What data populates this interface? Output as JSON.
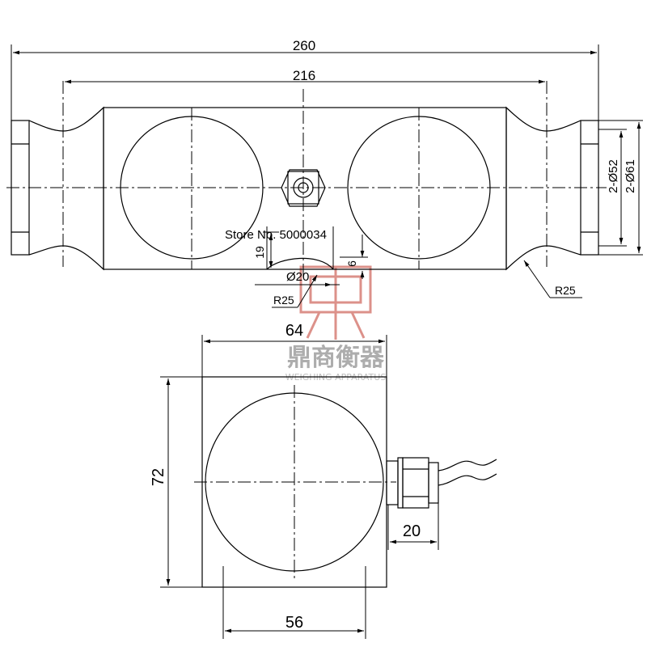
{
  "drawing": {
    "dim_overall_length": "260",
    "dim_hole_spacing": "216",
    "dim_inner_dia": "2-Ø52",
    "dim_outer_dia": "2-Ø61",
    "dim_groove_radius_side": "R25",
    "dim_slot_height": "19",
    "dim_slot_dia": "Ø20",
    "dim_slot_radius": "R25",
    "dim_slot_depth": "6",
    "dim_width": "64",
    "dim_height": "72",
    "dim_circle_width": "56",
    "dim_connector_length": "20"
  },
  "watermark": {
    "store": "Store No. 5000034",
    "brand": "鼎商衡器",
    "brand_sub": "WEIGHING APPARATUS"
  }
}
